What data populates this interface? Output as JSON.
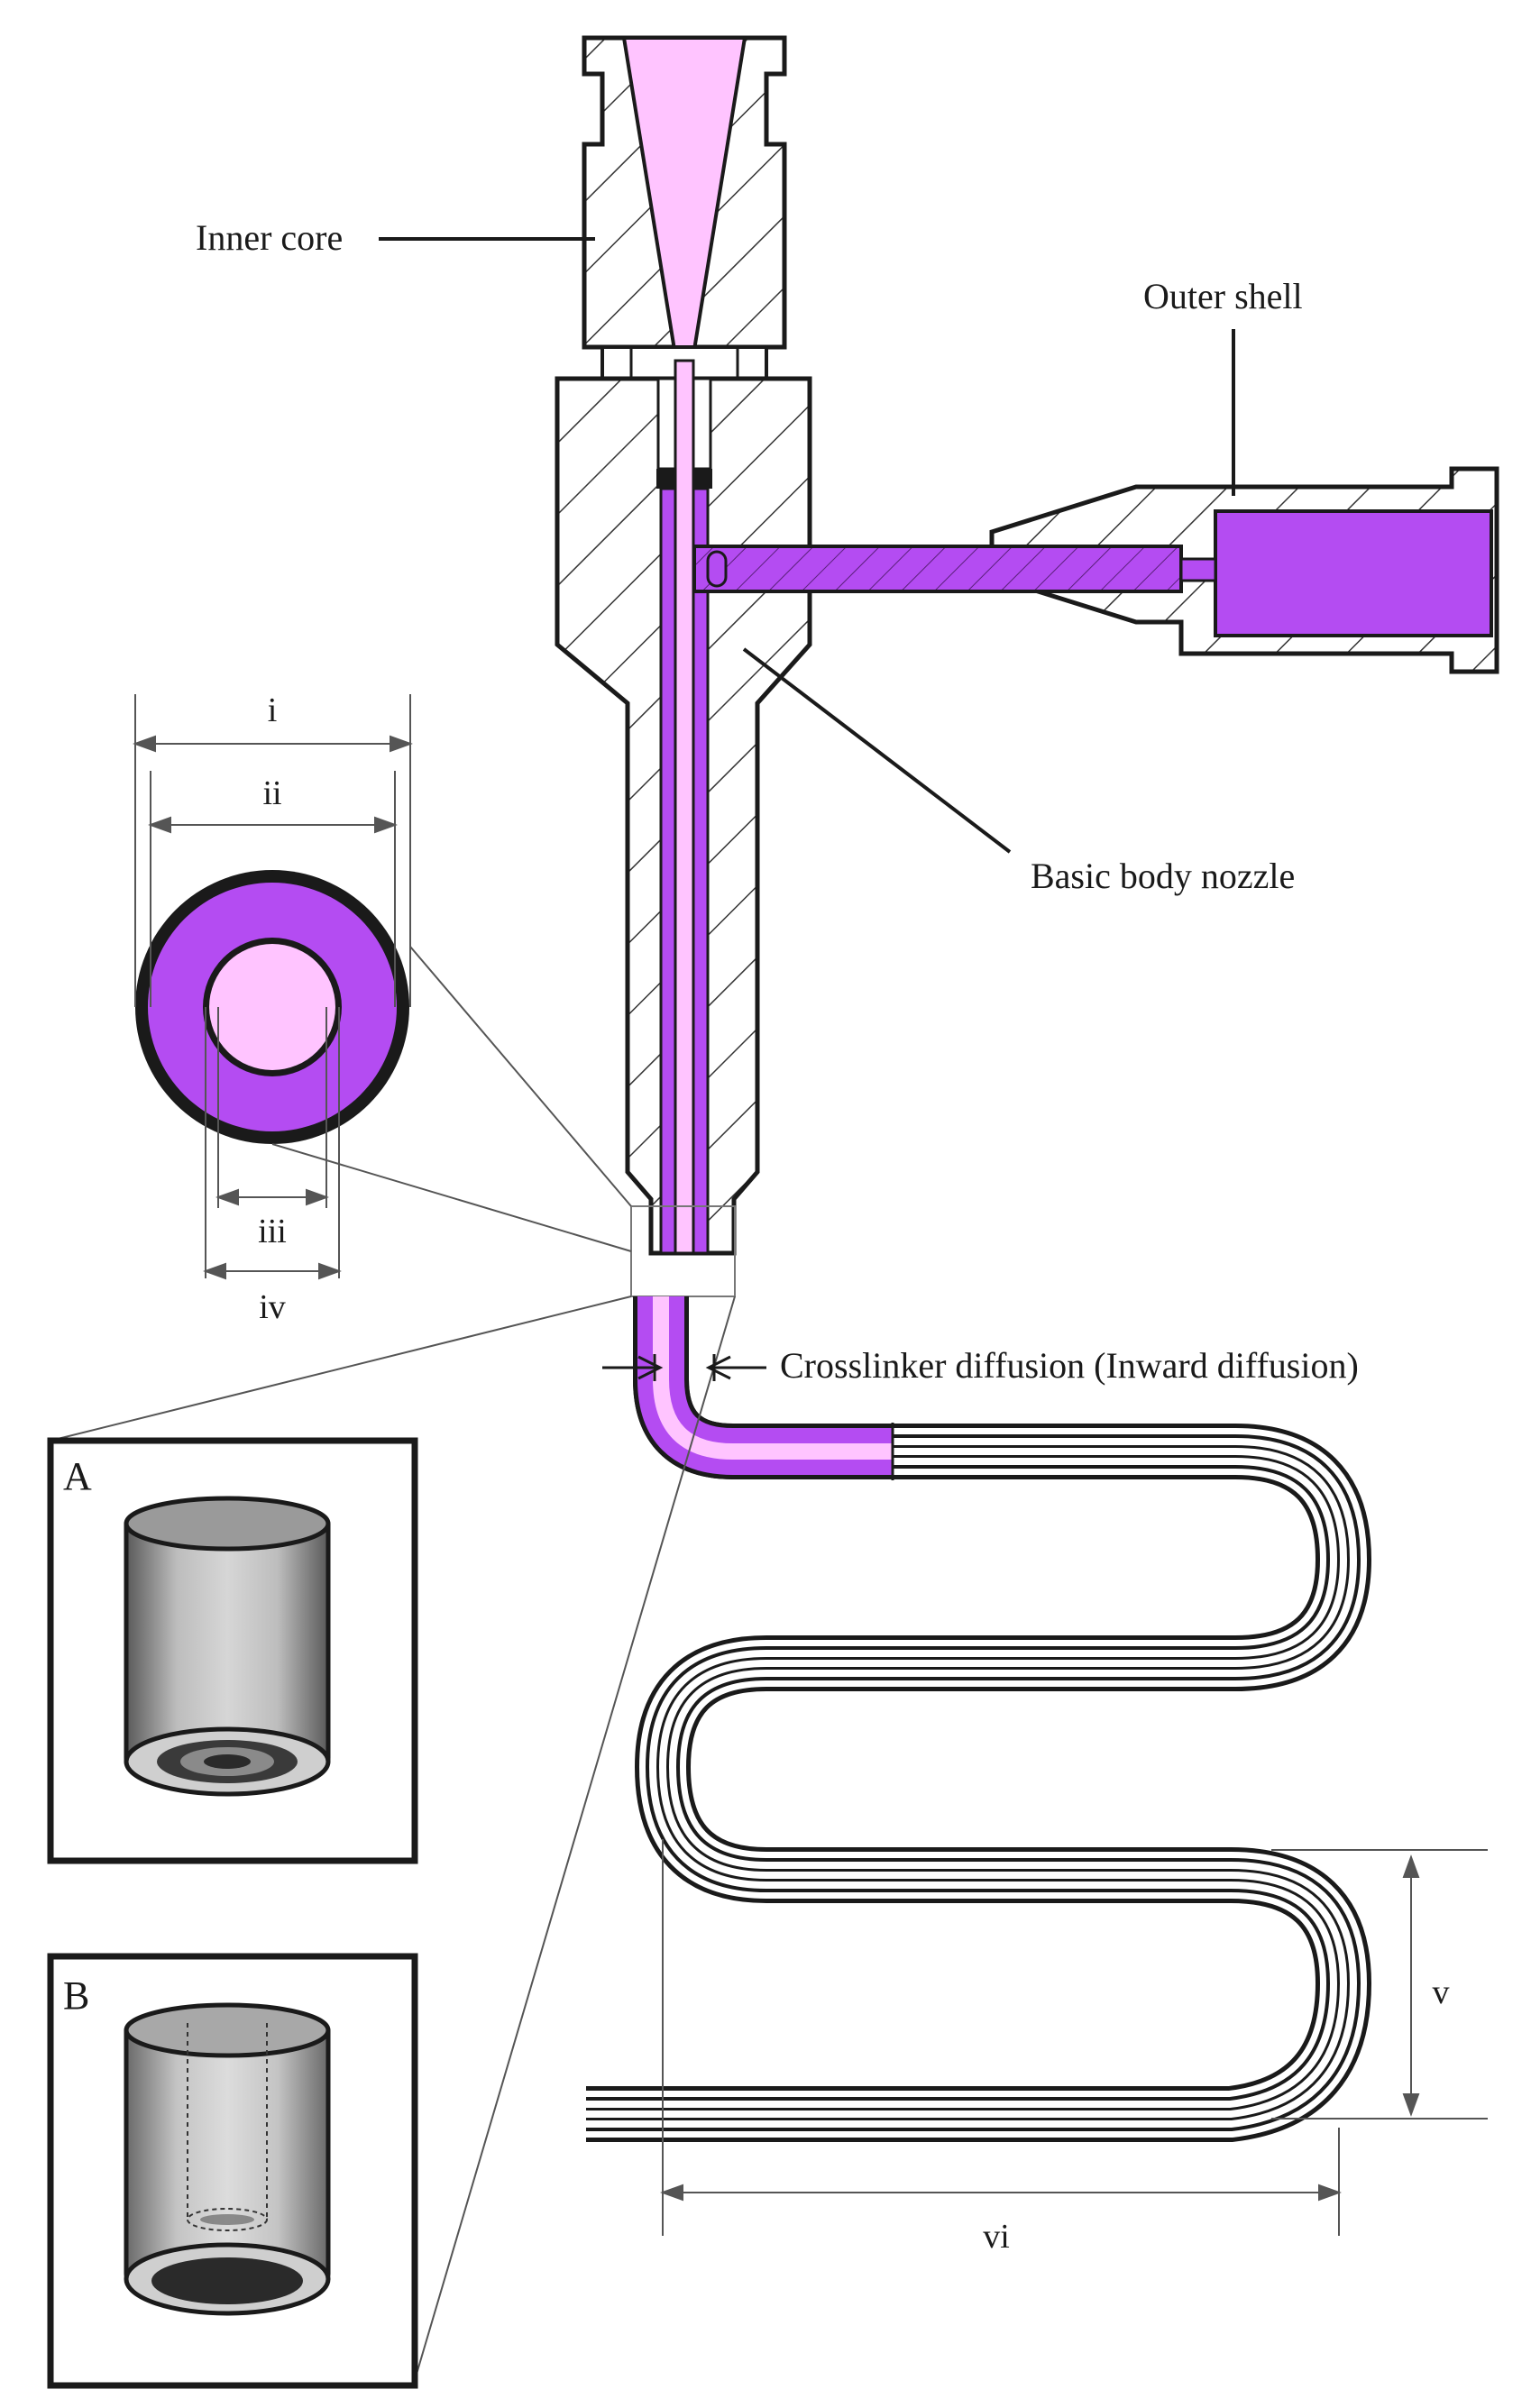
{
  "labels": {
    "inner_core": "Inner core",
    "outer_shell": "Outer shell",
    "basic_body_nozzle": "Basic body nozzle",
    "crosslinker": "Crosslinker diffusion (Inward diffusion)"
  },
  "dimensions": {
    "i": "i",
    "ii": "ii",
    "iii": "iii",
    "iv": "iv",
    "v": "v",
    "vi": "vi"
  },
  "panels": {
    "a": "A",
    "b": "B"
  },
  "colors": {
    "core": "#ffc4ff",
    "shell": "#b44cf2",
    "outline": "#1a1a1a",
    "hatch": "#333333",
    "guide": "#555555"
  }
}
